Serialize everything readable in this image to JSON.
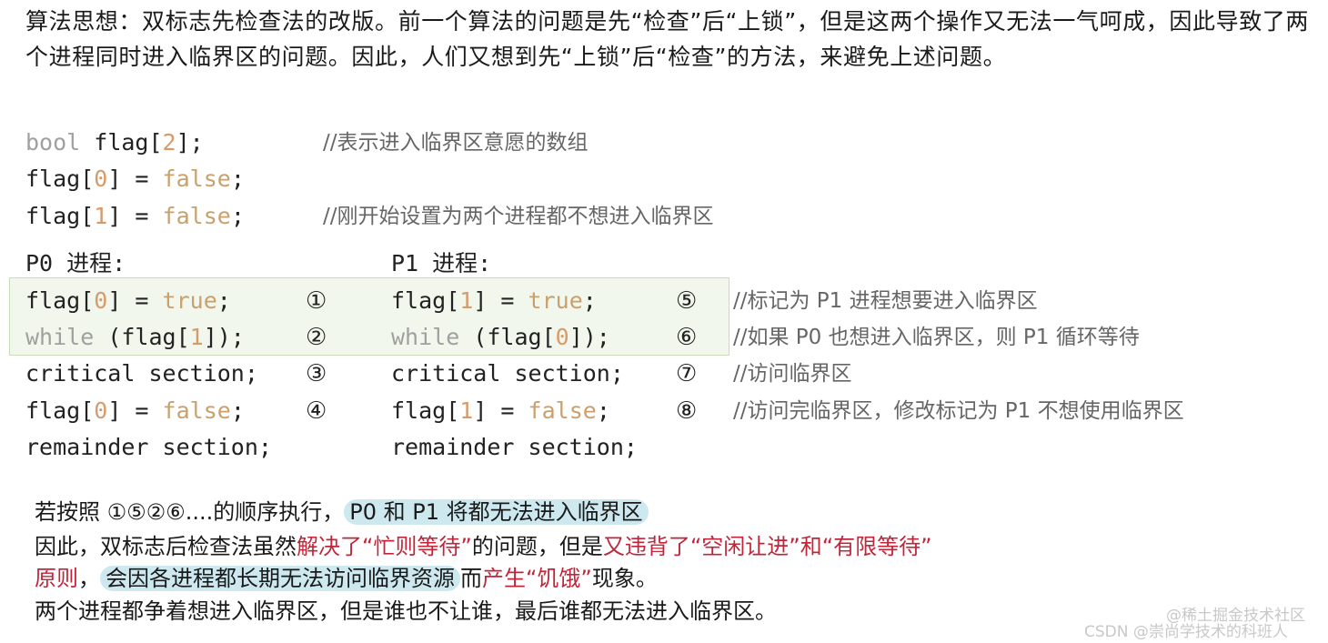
{
  "intro": "算法思想：双标志先检查法的改版。前一个算法的问题是先“检查”后“上锁”，但是这两个操作又无法一气呵成，因此导致了两个进程同时进入临界区的问题。因此，人们又想到先“上锁”后“检查”的方法，来避免上述问题。",
  "decl": [
    {
      "tokens": [
        {
          "t": "bool",
          "c": "kw"
        },
        {
          "t": " flag[",
          "c": ""
        },
        {
          "t": "2",
          "c": "num"
        },
        {
          "t": "];",
          "c": ""
        }
      ],
      "comment": "//表示进入临界区意愿的数组"
    },
    {
      "tokens": [
        {
          "t": "flag[",
          "c": ""
        },
        {
          "t": "0",
          "c": "num"
        },
        {
          "t": "] = ",
          "c": ""
        },
        {
          "t": "false",
          "c": "lit"
        },
        {
          "t": ";",
          "c": ""
        }
      ],
      "comment": ""
    },
    {
      "tokens": [
        {
          "t": "flag[",
          "c": ""
        },
        {
          "t": "1",
          "c": "num"
        },
        {
          "t": "] = ",
          "c": ""
        },
        {
          "t": "false",
          "c": "lit"
        },
        {
          "t": ";",
          "c": ""
        }
      ],
      "comment": "//刚开始设置为两个进程都不想进入临界区"
    }
  ],
  "p0_label": "P0 进程:",
  "p1_label": "P1 进程:",
  "p0": [
    {
      "tokens": [
        {
          "t": "flag[",
          "c": ""
        },
        {
          "t": "0",
          "c": "num"
        },
        {
          "t": "] = ",
          "c": ""
        },
        {
          "t": "true",
          "c": "lit"
        },
        {
          "t": ";",
          "c": ""
        }
      ],
      "step": "①"
    },
    {
      "tokens": [
        {
          "t": "while",
          "c": "kw"
        },
        {
          "t": " (flag[",
          "c": ""
        },
        {
          "t": "1",
          "c": "num"
        },
        {
          "t": "]);",
          "c": ""
        }
      ],
      "step": "②"
    },
    {
      "tokens": [
        {
          "t": "critical section;",
          "c": ""
        }
      ],
      "step": "③"
    },
    {
      "tokens": [
        {
          "t": "flag[",
          "c": ""
        },
        {
          "t": "0",
          "c": "num"
        },
        {
          "t": "] = ",
          "c": ""
        },
        {
          "t": "false",
          "c": "lit"
        },
        {
          "t": ";",
          "c": ""
        }
      ],
      "step": "④"
    },
    {
      "tokens": [
        {
          "t": "remainder section;",
          "c": ""
        }
      ],
      "step": ""
    }
  ],
  "p1": [
    {
      "tokens": [
        {
          "t": "flag[",
          "c": ""
        },
        {
          "t": "1",
          "c": "num"
        },
        {
          "t": "] = ",
          "c": ""
        },
        {
          "t": "true",
          "c": "lit"
        },
        {
          "t": ";",
          "c": ""
        }
      ],
      "step": "⑤",
      "comment": "//标记为 P1 进程想要进入临界区"
    },
    {
      "tokens": [
        {
          "t": "while",
          "c": "kw"
        },
        {
          "t": " (flag[",
          "c": ""
        },
        {
          "t": "0",
          "c": "num"
        },
        {
          "t": "]);",
          "c": ""
        }
      ],
      "step": "⑥",
      "comment": "//如果 P0 也想进入临界区，则 P1 循环等待"
    },
    {
      "tokens": [
        {
          "t": "critical section;",
          "c": ""
        }
      ],
      "step": "⑦",
      "comment": "//访问临界区"
    },
    {
      "tokens": [
        {
          "t": "flag[",
          "c": ""
        },
        {
          "t": "1",
          "c": "num"
        },
        {
          "t": "] = ",
          "c": ""
        },
        {
          "t": "false",
          "c": "lit"
        },
        {
          "t": ";",
          "c": ""
        }
      ],
      "step": "⑧",
      "comment": "//访问完临界区，修改标记为 P1 不想使用临界区"
    },
    {
      "tokens": [
        {
          "t": "remainder section;",
          "c": ""
        }
      ],
      "step": "",
      "comment": ""
    }
  ],
  "bottom": {
    "l1a": "若按照 ①⑤②⑥....的顺序执行，",
    "l1b": "P0 和 P1 将都无法进入临界区",
    "l2a": "因此，双标志后检查法虽然",
    "l2b": "解决了“忙则等待”",
    "l2c": "的问题，但是",
    "l2d": "又违背了“空闲让进”和“有限等待”",
    "l3a": "原则",
    "l3b": "，",
    "l3c": "会因各进程都长期无法访问临界资源",
    "l3d": "而",
    "l3e": "产生“饥饿”",
    "l3f": "现象。",
    "l4": "两个进程都争着想进入临界区，但是谁也不让谁，最后谁都无法进入临界区。"
  },
  "watermark": {
    "juejin": "@稀土掘金技术社区",
    "csdn": "CSDN @崇尚学技术的科班人"
  },
  "colors": {
    "highlight": "#cde9ef",
    "red": "#c0263a",
    "box": "#e1eed7"
  }
}
